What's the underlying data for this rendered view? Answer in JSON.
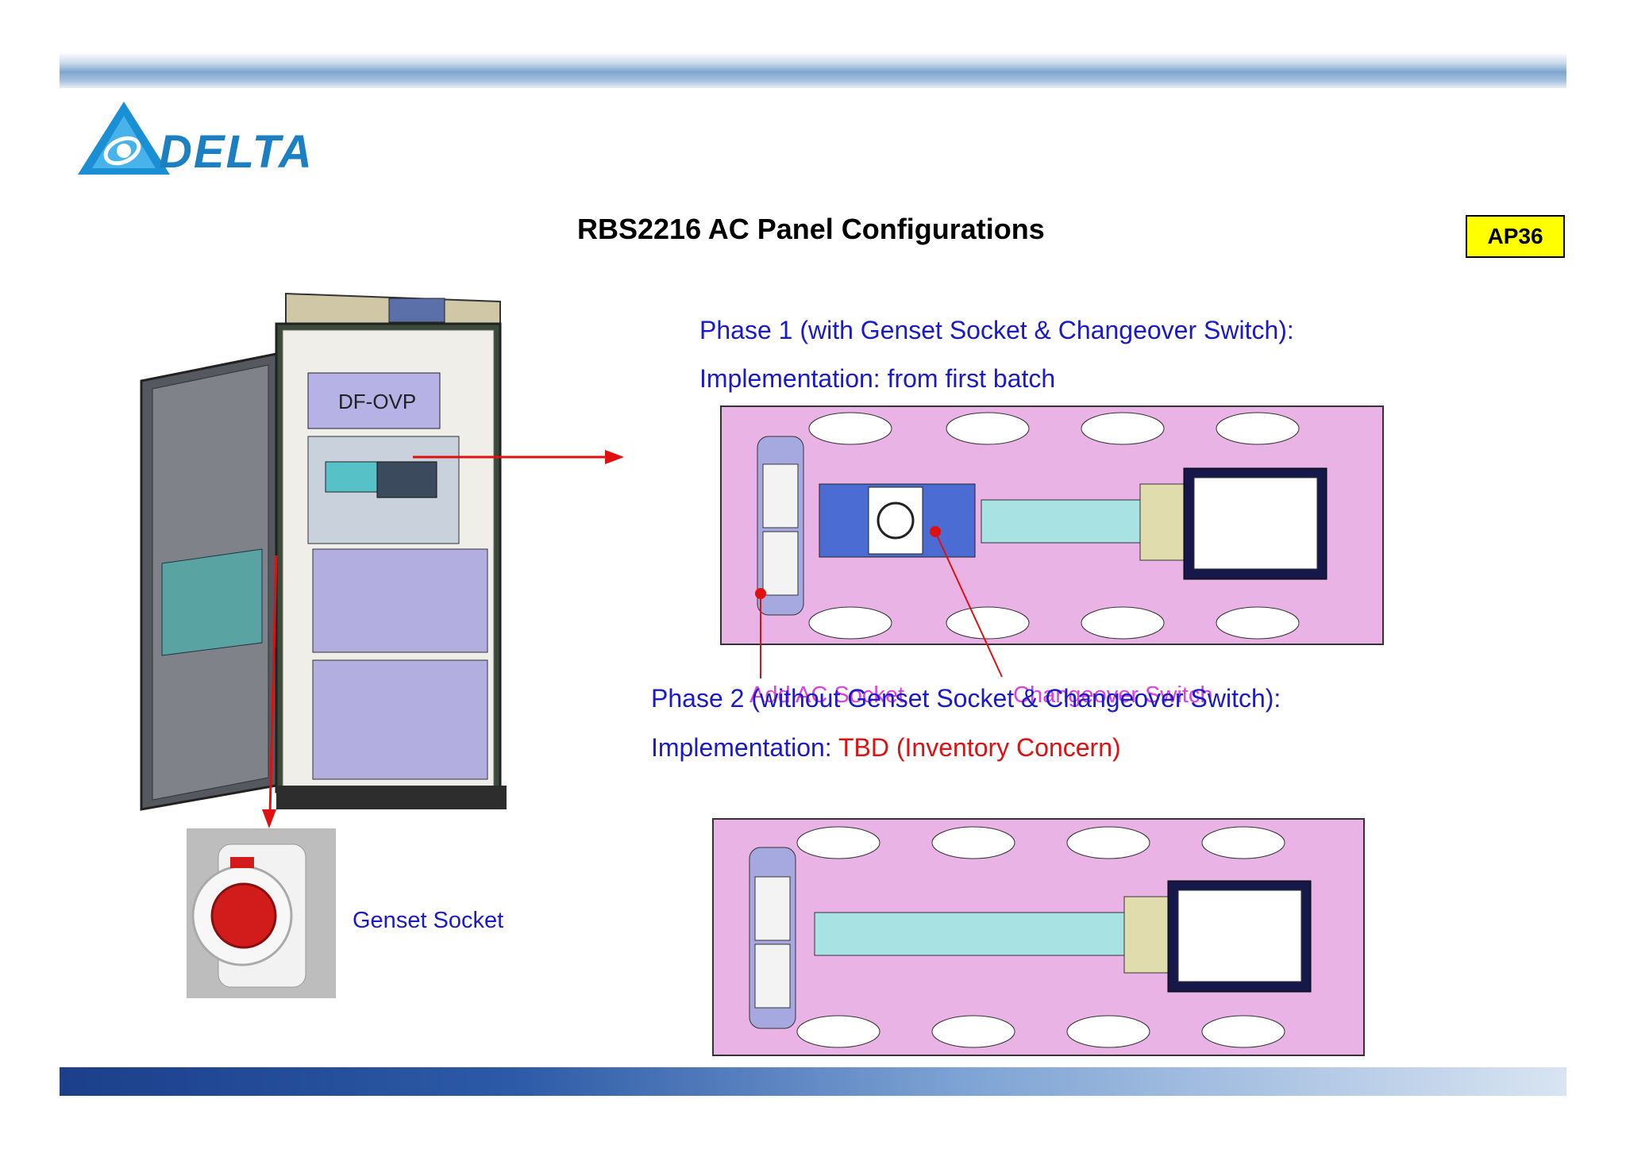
{
  "header": {
    "logo_text": "DELTA",
    "title": "RBS2216  AC Panel Configurations",
    "code": "AP36"
  },
  "phase1": {
    "heading": "Phase 1 (with Genset Socket & Changeover Switch):",
    "implementation": "Implementation: from first batch"
  },
  "phase2": {
    "heading": "Phase 2 (without Genset Socket & Changeover Switch):",
    "implementation_prefix": "Implementation: ",
    "implementation_value": "TBD (Inventory Concern)"
  },
  "callouts": {
    "add_ac_socket": "Add AC Socket",
    "changeover_switch": "Changeover Switch"
  },
  "cabinet": {
    "module_label": "DF-OVP"
  },
  "genset": {
    "label": "Genset Socket"
  },
  "colors": {
    "text_blue": "#1a1acc",
    "highlight_red": "#e01010",
    "badge_yellow": "#ffff00",
    "panel_pink": "#e9b3e6"
  }
}
